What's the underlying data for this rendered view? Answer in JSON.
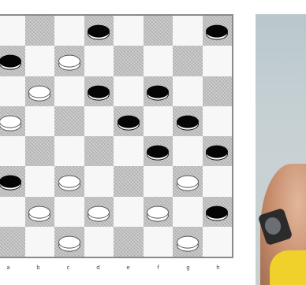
{
  "board": {
    "files": [
      "a",
      "b",
      "c",
      "d",
      "e",
      "f",
      "g",
      "h"
    ],
    "rows": [
      [
        null,
        null,
        null,
        "black",
        null,
        null,
        null,
        "black"
      ],
      [
        "black",
        null,
        "white",
        null,
        null,
        null,
        null,
        null
      ],
      [
        null,
        "white",
        null,
        "black",
        null,
        "black",
        null,
        null
      ],
      [
        "white",
        null,
        null,
        null,
        "black",
        null,
        "black",
        null
      ],
      [
        null,
        null,
        null,
        null,
        null,
        "black",
        null,
        "black"
      ],
      [
        "black",
        null,
        "white",
        null,
        null,
        null,
        "white",
        null
      ],
      [
        null,
        "white",
        null,
        "white",
        null,
        "white",
        null,
        "black"
      ],
      [
        null,
        null,
        "white",
        null,
        null,
        null,
        "white",
        null
      ]
    ]
  },
  "colors": {
    "dark_square": "#bdbdbd",
    "light_square": "#f7f7f7",
    "black_piece": "#050505",
    "white_piece": "#ffffff"
  },
  "photo": {
    "subject": "arm-with-wristwatch-photo"
  }
}
